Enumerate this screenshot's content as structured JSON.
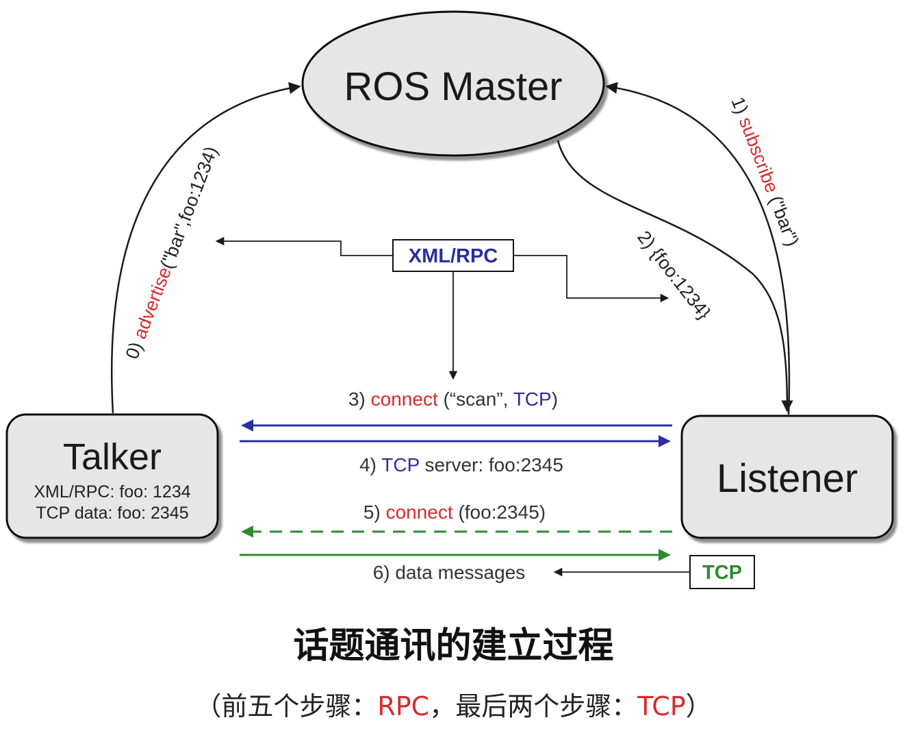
{
  "nodes": {
    "master": {
      "label": "ROS Master"
    },
    "talker": {
      "label": "Talker",
      "line1": "XML/RPC: foo: 1234",
      "line2": "TCP data: foo: 2345"
    },
    "listener": {
      "label": "Listener"
    }
  },
  "tags": {
    "xmlrpc": "XML/RPC",
    "tcp": "TCP"
  },
  "steps": {
    "s0": {
      "num": "0) ",
      "verb": "advertise",
      "args": "(\"bar\",foo:1234)"
    },
    "s1": {
      "num": "1) ",
      "verb": "subscribe",
      "args": " (\"bar\")"
    },
    "s2": {
      "text": "2) {foo:1234}"
    },
    "s3": {
      "num": "3) ",
      "verb": "connect",
      "args": " (“scan”, ",
      "proto": "TCP",
      "close": ")"
    },
    "s4": {
      "num": "4) ",
      "proto": "TCP",
      "rest": " server: foo:2345"
    },
    "s5": {
      "num": "5) ",
      "verb": "connect",
      "args": " (foo:2345)"
    },
    "s6": {
      "text": "6) data messages"
    }
  },
  "caption": {
    "title": "话题通讯的建立过程",
    "sub_open": "（前五个步骤：",
    "sub_rpc": "RPC",
    "sub_mid": "，最后两个步骤：",
    "sub_tcp": "TCP",
    "sub_close": "）"
  },
  "colors": {
    "red": "#d82a2a",
    "blue": "#2b2f9e",
    "green": "#2e8b2e",
    "node_fill": "#e6e6e6",
    "line": "#1a1a1a"
  }
}
